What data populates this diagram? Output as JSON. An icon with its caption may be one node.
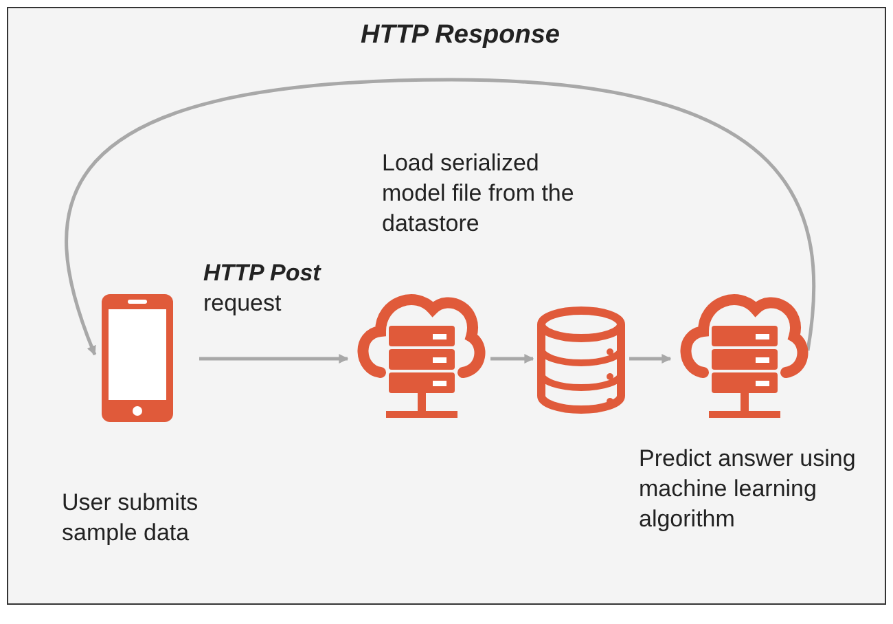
{
  "diagram": {
    "nodes": [
      {
        "text": [],
        "shape": "phone",
        "beside": [
          "User submits sample data"
        ]
      },
      {
        "text": [],
        "shape": "server"
      },
      {
        "text": [],
        "shape": "cylinder"
      },
      {
        "text": [],
        "shape": "server",
        "beside": [
          "Predict answer using machine learning algorithm"
        ]
      }
    ],
    "edges": [
      {
        "from": 0,
        "to": 1,
        "arrow": "to",
        "label": "**HTTP Post** request"
      },
      {
        "from": 1,
        "to": 2,
        "arrow": "to"
      },
      {
        "from": 2,
        "to": 3,
        "arrow": "to"
      },
      {
        "from": 3,
        "to": 0,
        "arrow": "to",
        "label": "HTTP Response"
      }
    ],
    "labels": [
      "Load serialized model file from the datastore"
    ]
  }
}
